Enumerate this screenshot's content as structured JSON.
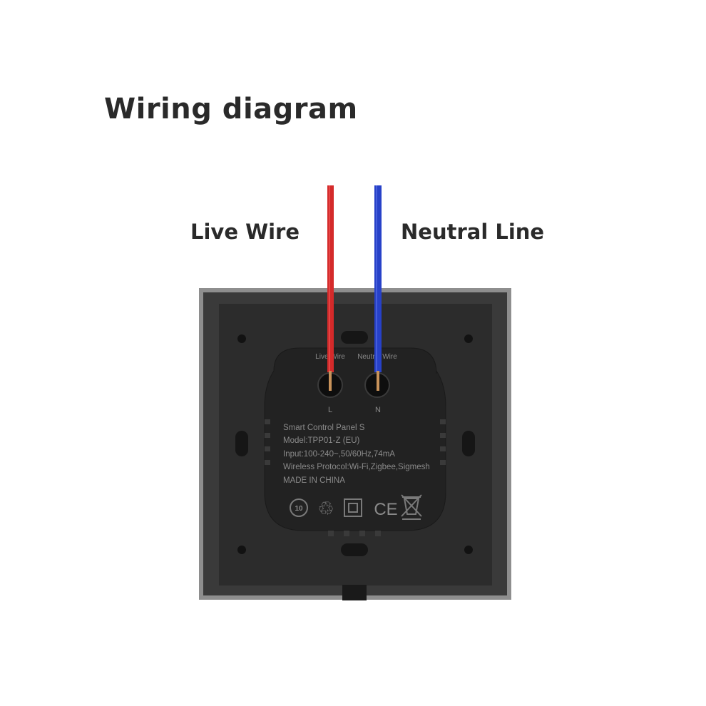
{
  "title": "Wiring diagram",
  "labels": {
    "live": "Live Wire",
    "neutral": "Neutral Line"
  },
  "module": {
    "terminal_live_caption": "Live Wire",
    "terminal_neutral_caption": "Neutral Wire",
    "terminal_live_letter": "L",
    "terminal_neutral_letter": "N",
    "product_name": "Smart Control Panel S",
    "model": "Model:TPP01-Z (EU)",
    "input": "Input:100-240~,50/60Hz,74mA",
    "protocol": "Wireless Protocol:Wi-Fi,Zigbee,Sigmesh",
    "origin": "MADE IN CHINA",
    "cert_marks": [
      "10",
      "♲",
      "CE"
    ]
  },
  "colors": {
    "live_wire": "#d42a2a",
    "neutral_wire": "#2741c8",
    "panel": "#2b2b2b",
    "frame": "#8c8c8c"
  }
}
